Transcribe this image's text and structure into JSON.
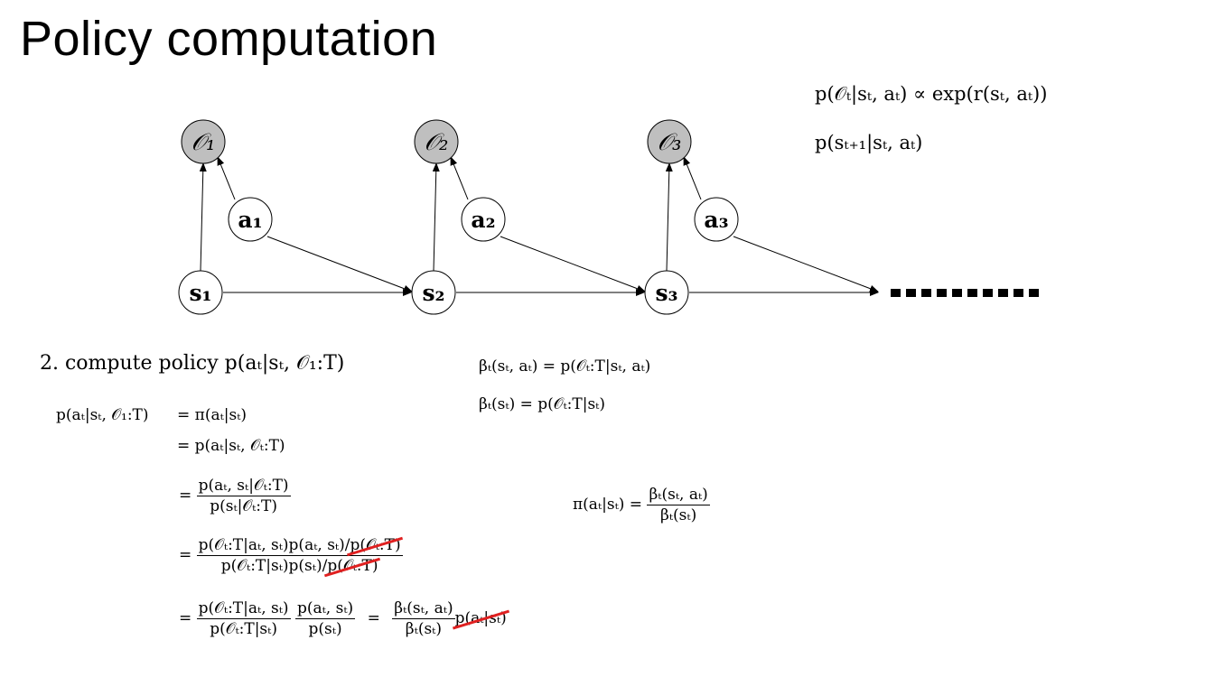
{
  "slide": {
    "title": "Policy computation"
  },
  "model": {
    "observations": [
      "𝒪₁",
      "𝒪₂",
      "𝒪₃"
    ],
    "actions": [
      "a₁",
      "a₂",
      "a₃"
    ],
    "states": [
      "s₁",
      "s₂",
      "s₃"
    ],
    "obs_fill": "#bfbfbf",
    "continuation": "▪▪▪▪▪▪▪▪▪▪"
  },
  "top_equations": {
    "optimality": "p(𝒪ₜ|sₜ, aₜ) ∝ exp(r(sₜ, aₜ))",
    "dynamics": "p(sₜ₊₁|sₜ, aₜ)"
  },
  "step": {
    "heading": "2.  compute policy p(aₜ|sₜ, 𝒪₁:T)"
  },
  "definitions": {
    "beta_sa": "βₜ(sₜ, aₜ) = p(𝒪ₜ:T|sₜ, aₜ)",
    "beta_s": "βₜ(sₜ) = p(𝒪ₜ:T|sₜ)"
  },
  "derivation": {
    "lhs": "p(aₜ|sₜ, 𝒪₁:T)",
    "line1_rhs": "= π(aₜ|sₜ)",
    "line2_rhs": "= p(aₜ|sₜ, 𝒪ₜ:T)",
    "line3_eq": "=",
    "line3_num": "p(aₜ, sₜ|𝒪ₜ:T)",
    "line3_den": "p(sₜ|𝒪ₜ:T)",
    "line4_eq": "=",
    "line4_num_a": "p(𝒪ₜ:T|aₜ, sₜ)p(aₜ, sₜ)/",
    "line4_num_struck": "p(𝒪ₜ:T)",
    "line4_den_a": "p(𝒪ₜ:T|sₜ)p(sₜ)/",
    "line4_den_struck": "p(𝒪ₜ:T)",
    "line5_eq": "=",
    "line5_f1_num": "p(𝒪ₜ:T|aₜ, sₜ)",
    "line5_f1_den": "p(𝒪ₜ:T|sₜ)",
    "line5_f2_num": "p(aₜ, sₜ)",
    "line5_f2_den": "p(sₜ)",
    "line5_eq2": "=",
    "line5_f3_num": "βₜ(sₜ, aₜ)",
    "line5_f3_den": "βₜ(sₜ)",
    "line5_struck": "p(aₜ|sₜ)"
  },
  "result": {
    "lhs": "π(aₜ|sₜ) =",
    "num": "βₜ(sₜ, aₜ)",
    "den": "βₜ(sₜ)"
  }
}
